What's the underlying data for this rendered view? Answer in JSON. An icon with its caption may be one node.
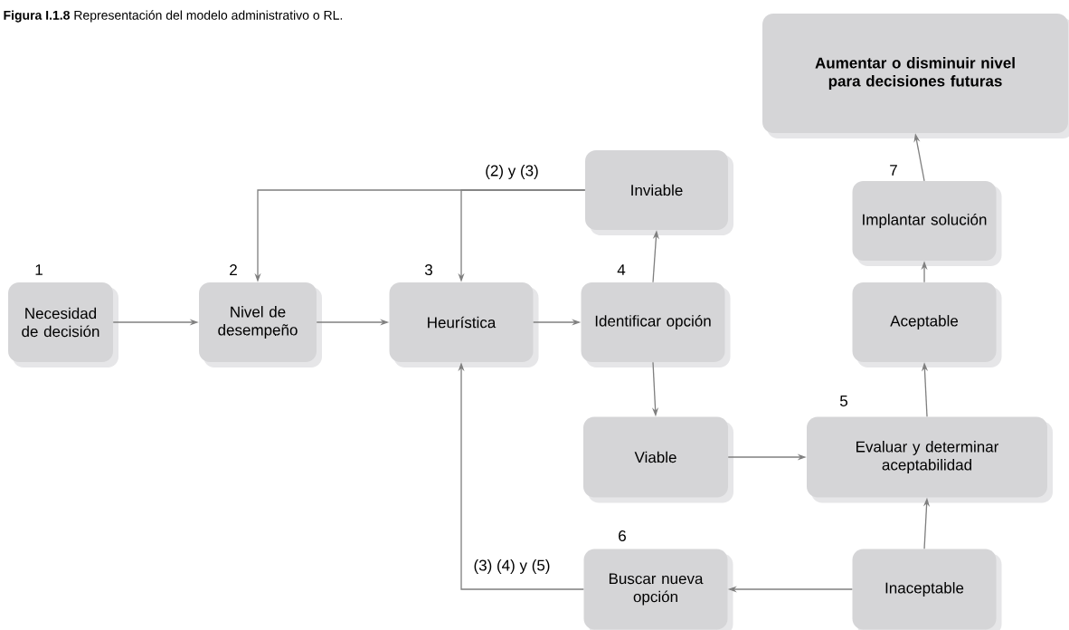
{
  "diagram": {
    "title": "**Figura I.1.8**    Representación del modelo administrativo o RL.",
    "nodes": [
      {
        "text": [
          "Necesidad de decisión"
        ],
        "beside": [
          "1"
        ]
      },
      {
        "text": [
          "Nivel de desempeño"
        ],
        "beside": [
          "2"
        ]
      },
      {
        "text": [
          "Heurística"
        ],
        "beside": [
          "3"
        ]
      },
      {
        "text": [
          "Identificar opción"
        ],
        "beside": [
          "4"
        ]
      },
      {
        "text": [
          "Inviable"
        ]
      },
      {
        "text": [
          "Viable"
        ]
      },
      {
        "text": [
          "Evaluar y determinar aceptabilidad"
        ],
        "beside": [
          "5"
        ]
      },
      {
        "text": [
          "Inaceptable"
        ]
      },
      {
        "text": [
          "Buscar nueva opción"
        ],
        "beside": [
          "6"
        ]
      },
      {
        "text": [
          "Aceptable"
        ]
      },
      {
        "text": [
          "Implantar solución"
        ],
        "beside": [
          "7"
        ]
      },
      {
        "text": [
          "Aumentar o disminuir nivel para decisiones futuras"
        ]
      }
    ],
    "edges": [
      {
        "from": 0,
        "to": 1,
        "arrow": "to"
      },
      {
        "from": 1,
        "to": 2,
        "arrow": "to"
      },
      {
        "from": 2,
        "to": 3,
        "arrow": "to"
      },
      {
        "from": 3,
        "to": 4,
        "arrow": "to"
      },
      {
        "from": 3,
        "to": 5,
        "arrow": "to"
      },
      {
        "from": 4,
        "to": 1,
        "arrow": "to",
        "label": "(2) y (3)"
      },
      {
        "from": 4,
        "to": 2,
        "arrow": "to"
      },
      {
        "from": 5,
        "to": 6,
        "arrow": "to"
      },
      {
        "from": 7,
        "to": 6,
        "arrow": "to"
      },
      {
        "from": 7,
        "to": 8,
        "arrow": "to"
      },
      {
        "from": 8,
        "to": 2,
        "arrow": "to",
        "label": "(3) (4) y (5)"
      },
      {
        "from": 6,
        "to": 9,
        "arrow": "to"
      },
      {
        "from": 9,
        "to": 10,
        "arrow": "to"
      },
      {
        "from": 10,
        "to": 11,
        "arrow": "to"
      }
    ]
  }
}
